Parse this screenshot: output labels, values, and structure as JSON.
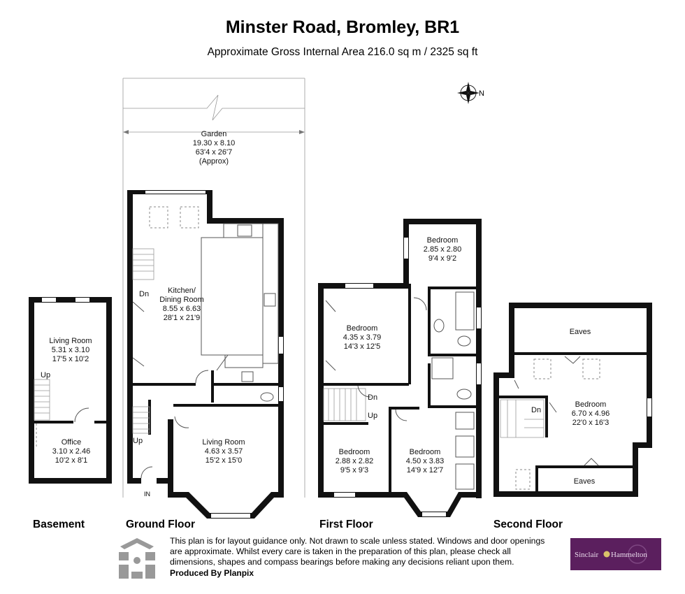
{
  "header": {
    "title": "Minster Road, Bromley, BR1",
    "subtitle": "Approximate Gross Internal Area 216.0 sq m / 2325 sq ft"
  },
  "compass": {
    "label": "N",
    "icon": "compass-rose-icon"
  },
  "rooms": {
    "garden": {
      "name": "Garden",
      "metric": "19.30 x 8.10",
      "imperial": "63'4 x 26'7",
      "note": "(Approx)"
    },
    "kitchen": {
      "name": "Kitchen/",
      "name2": "Dining Room",
      "metric": "8.55 x 6.63",
      "imperial": "28'1 x 21'9"
    },
    "ground_living": {
      "name": "Living Room",
      "metric": "4.63 x 3.57",
      "imperial": "15'2 x 15'0"
    },
    "basement_living": {
      "name": "Living Room",
      "metric": "5.31 x 3.10",
      "imperial": "17'5 x 10'2"
    },
    "office": {
      "name": "Office",
      "metric": "3.10 x 2.46",
      "imperial": "10'2 x 8'1"
    },
    "ff_bed_top": {
      "name": "Bedroom",
      "metric": "2.85 x 2.80",
      "imperial": "9'4 x 9'2"
    },
    "ff_bed_left": {
      "name": "Bedroom",
      "metric": "4.35 x 3.79",
      "imperial": "14'3 x 12'5"
    },
    "ff_bed_small": {
      "name": "Bedroom",
      "metric": "2.88 x 2.82",
      "imperial": "9'5 x 9'3"
    },
    "ff_bed_front": {
      "name": "Bedroom",
      "metric": "4.50 x 3.83",
      "imperial": "14'9 x 12'7"
    },
    "sf_bed": {
      "name": "Bedroom",
      "metric": "6.70 x 4.96",
      "imperial": "22'0 x 16'3"
    },
    "eaves_top": {
      "name": "Eaves"
    },
    "eaves_bottom": {
      "name": "Eaves"
    }
  },
  "annotations": {
    "up": "Up",
    "dn": "Dn",
    "in": "IN"
  },
  "floors": {
    "basement": "Basement",
    "ground": "Ground Floor",
    "first": "First Floor",
    "second": "Second Floor"
  },
  "footer": {
    "disclaimer_1": "This plan is for layout guidance only. Not drawn to scale unless stated. Windows and door openings",
    "disclaimer_2": "are approximate. Whilst every care is taken in the preparation of this plan, please check all",
    "disclaimer_3": "dimensions, shapes and compass bearings before making any decisions reliant upon them.",
    "produced_by": "Produced By Planpix",
    "logo_icon": "planpix-logo-icon",
    "agent_logo": {
      "text_1": "Sinclair",
      "text_2": "Hammelton",
      "bg_color": "#5b1f5e"
    }
  }
}
